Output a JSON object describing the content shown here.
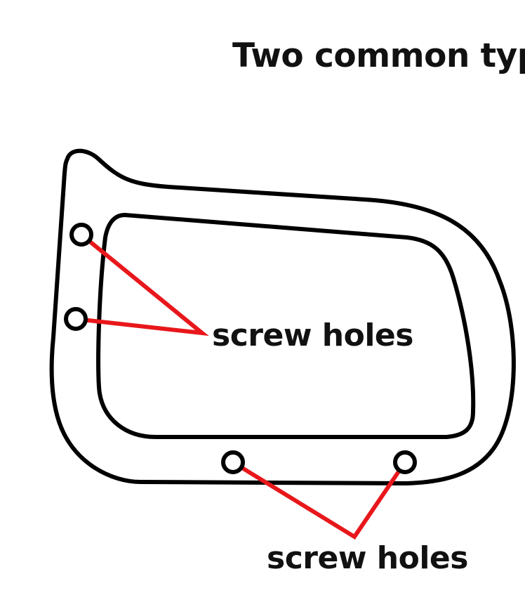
{
  "title": "Two common typ",
  "labels": {
    "side_holes": "screw holes",
    "bottom_holes": "screw holes"
  },
  "colors": {
    "outline": "#000000",
    "leader": "#e8171b",
    "text": "#111111",
    "background": "#ffffff"
  }
}
